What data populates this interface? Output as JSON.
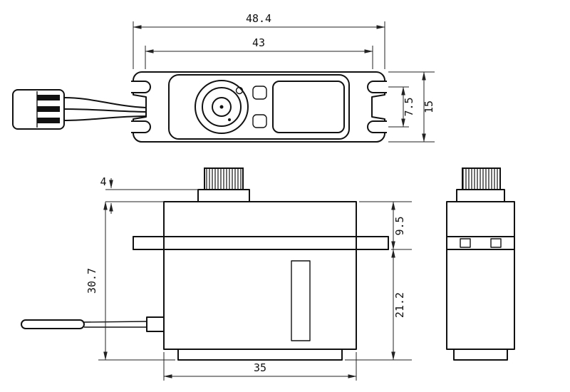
{
  "colors": {
    "background": "#ffffff",
    "object_lines": "#111111",
    "dimension_lines": "#222222"
  },
  "drawing": {
    "type": "servo-motor-dimensional-drawing",
    "views": [
      "top-view",
      "front-view",
      "side-view"
    ]
  },
  "dimensions": {
    "top_view": {
      "overall_width": "48.4",
      "mount_slot_spacing": "43",
      "slot_offset": "7.5",
      "case_depth": "15"
    },
    "front_view": {
      "shaft_collar_height": "4",
      "overall_height": "30.7",
      "top_to_flange": "9.5",
      "flange_to_bottom": "21.2",
      "case_width": "35"
    }
  }
}
